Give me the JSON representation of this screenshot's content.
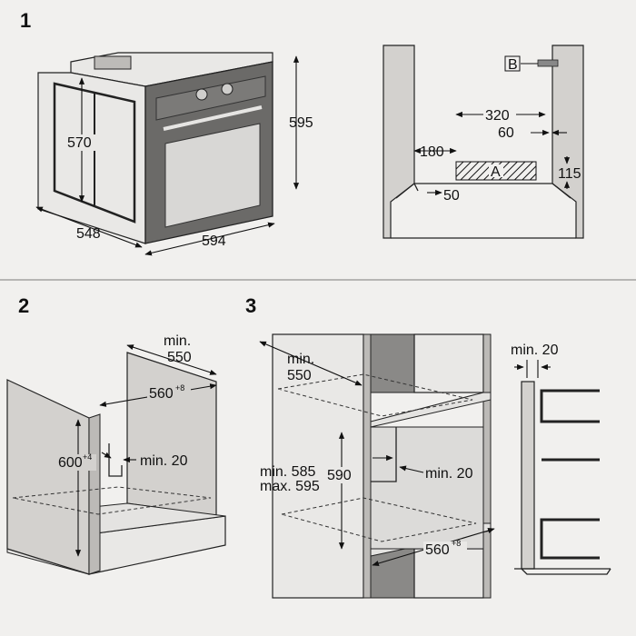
{
  "steps": [
    "1",
    "2",
    "3"
  ],
  "fig1_oven": {
    "height": "595",
    "depth_inner": "570",
    "depth": "548",
    "width": "594"
  },
  "fig1_section": {
    "label_a": "A",
    "label_b": "B",
    "dim_320": "320",
    "dim_60": "60",
    "dim_180": "180",
    "dim_115": "115",
    "dim_50": "50"
  },
  "fig2": {
    "min_depth_1": "min.",
    "min_depth_2": "550",
    "width_base": "560",
    "width_sup": "+8",
    "height_base": "600",
    "height_sup": "+4",
    "gap": "min. 20"
  },
  "fig3": {
    "min_depth_1": "min.",
    "min_depth_2": "550",
    "range_1": "min. 585",
    "range_2": "max. 595",
    "niche": "590",
    "gap": "min. 20",
    "width_base": "560",
    "width_sup": "+8",
    "side_gap": "min. 20"
  },
  "colors": {
    "background": "#f1f0ee",
    "panel": "#d3d1ce",
    "oven_front": "#6b6a68",
    "door_glass": "#d8d7d5"
  }
}
